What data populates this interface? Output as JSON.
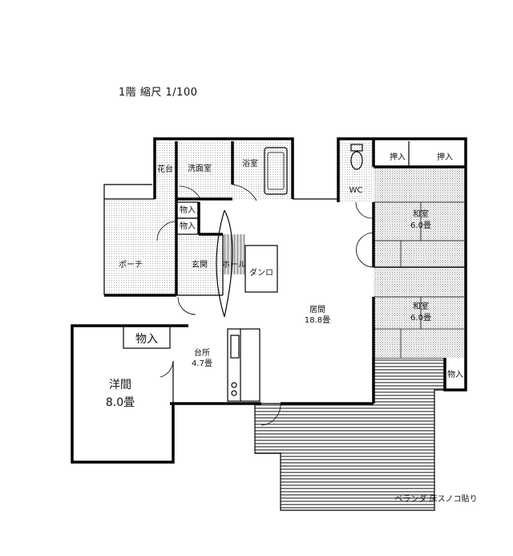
{
  "header": {
    "title": "1階 縮尺 1/100"
  },
  "rooms": {
    "kadai": "花台",
    "senmenshitsu": "洗面室",
    "yokushitsu": "浴室",
    "wc": "WC",
    "oshiire_1": "押入",
    "oshiire_2": "押入",
    "washitsu_1_name": "和室",
    "washitsu_1_size": "6.0畳",
    "washitsu_2_name": "和室",
    "washitsu_2_size": "6.0畳",
    "monoire_1": "物入",
    "monoire_2": "物入",
    "monoire_3": "物入",
    "monoire_4": "物入",
    "porch": "ポーチ",
    "genkan": "玄関",
    "hall": "ホール",
    "danro": "ダンロ",
    "ima_name": "居間",
    "ima_size": "18.8畳",
    "daidokoro_name": "台所",
    "daidokoro_size": "4.7畳",
    "yoma_name": "洋間",
    "yoma_size": "8.0畳",
    "veranda": "ベランダ 床スノコ貼り"
  }
}
